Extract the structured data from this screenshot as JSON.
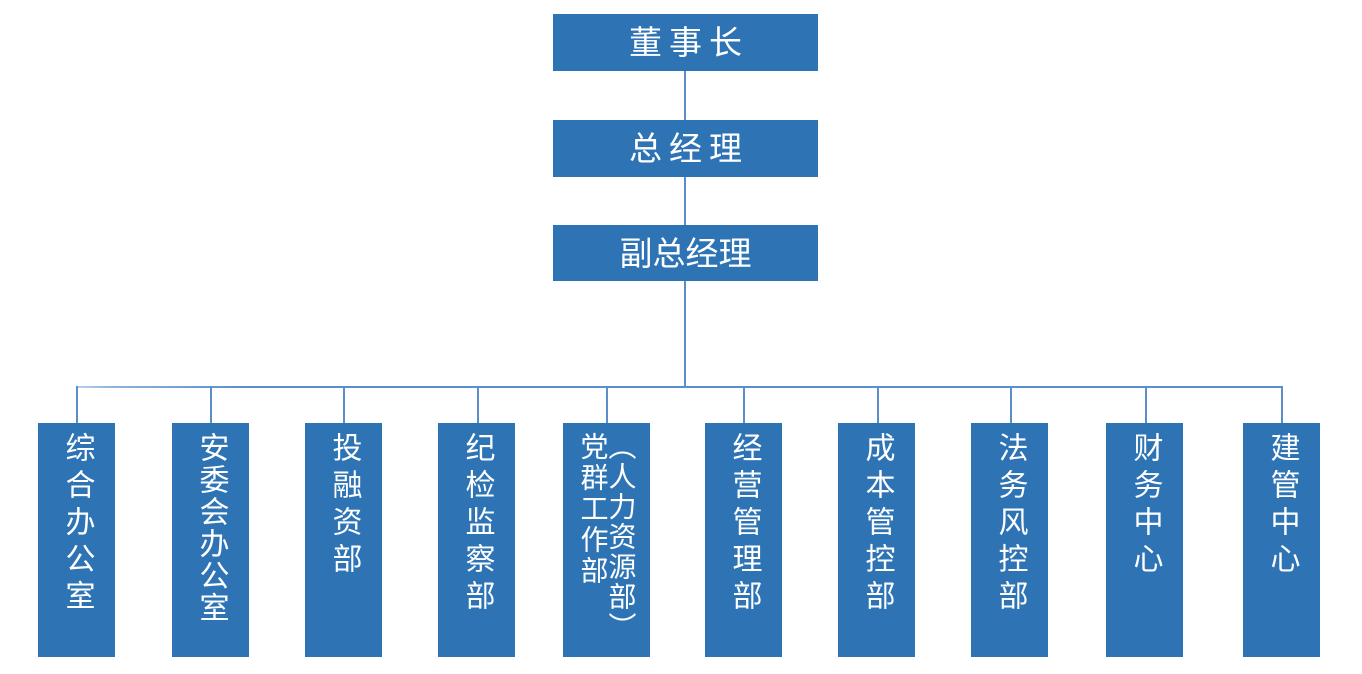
{
  "chart": {
    "type": "org-chart",
    "title": "",
    "accent_color": "#2E74B5",
    "connector_color": "#5B8FCB",
    "text_color": "#FFFFFF",
    "background_color": "#FFFFFF"
  },
  "levels": [
    {
      "level": 1,
      "nodes": [
        {
          "id": "chairman",
          "label": "董事长",
          "orientation": "horizontal"
        }
      ]
    },
    {
      "level": 2,
      "nodes": [
        {
          "id": "general-manager",
          "label": "总经理",
          "orientation": "horizontal"
        }
      ]
    },
    {
      "level": 3,
      "nodes": [
        {
          "id": "deputy-general-manager",
          "label": "副总经理",
          "orientation": "horizontal"
        }
      ]
    },
    {
      "level": 4,
      "nodes": [
        {
          "id": "general-office",
          "label": "综合办公室",
          "orientation": "vertical"
        },
        {
          "id": "safety-committee-office",
          "label": "安委会办公室",
          "orientation": "vertical"
        },
        {
          "id": "investment-financing-dept",
          "label": "投融资部",
          "orientation": "vertical"
        },
        {
          "id": "discipline-inspection-dept",
          "label": "纪检监察部",
          "orientation": "vertical"
        },
        {
          "id": "party-mass-work-dept",
          "label": "党群工作部",
          "secondary_label": "（人力资源部）",
          "orientation": "vertical"
        },
        {
          "id": "operation-management-dept",
          "label": "经营管理部",
          "orientation": "vertical"
        },
        {
          "id": "cost-control-dept",
          "label": "成本管控部",
          "orientation": "vertical"
        },
        {
          "id": "legal-risk-control-dept",
          "label": "法务风控部",
          "orientation": "vertical"
        },
        {
          "id": "finance-center",
          "label": "财务中心",
          "orientation": "vertical"
        },
        {
          "id": "construction-management-center",
          "label": "建管中心",
          "orientation": "vertical"
        }
      ]
    }
  ]
}
